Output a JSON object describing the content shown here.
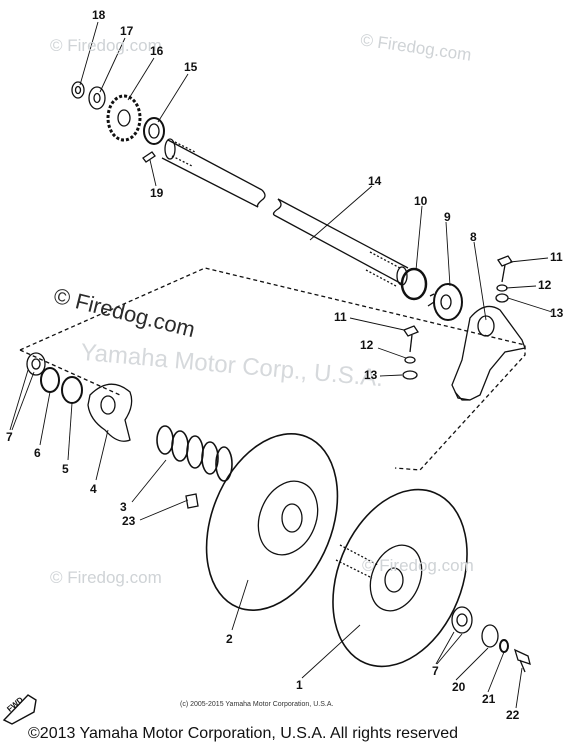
{
  "watermarks": {
    "firedog": "© Firedog.com",
    "yamaha": "Yamaha Motor Corp., U.S.A."
  },
  "inner_copyright": "(c) 2005-2015 Yamaha Motor Corporation, U.S.A.",
  "footer": "©2013 Yamaha Motor Corporation, U.S.A. All rights reserved",
  "fwd_label": "FWD",
  "callouts": {
    "c18": "18",
    "c17": "17",
    "c16": "16",
    "c15": "15",
    "c19": "19",
    "c14": "14",
    "c10": "10",
    "c9": "9",
    "c8": "8",
    "c11a": "11",
    "c12a": "12",
    "c13a": "13",
    "c11b": "11",
    "c12b": "12",
    "c13b": "13",
    "c7a": "7",
    "c6": "6",
    "c5": "5",
    "c4": "4",
    "c3": "3",
    "c23": "23",
    "c2": "2",
    "c1": "1",
    "c7b": "7",
    "c20": "20",
    "c21": "21",
    "c22": "22"
  },
  "colors": {
    "line": "#111111",
    "watermark": "#cfd3d6"
  }
}
